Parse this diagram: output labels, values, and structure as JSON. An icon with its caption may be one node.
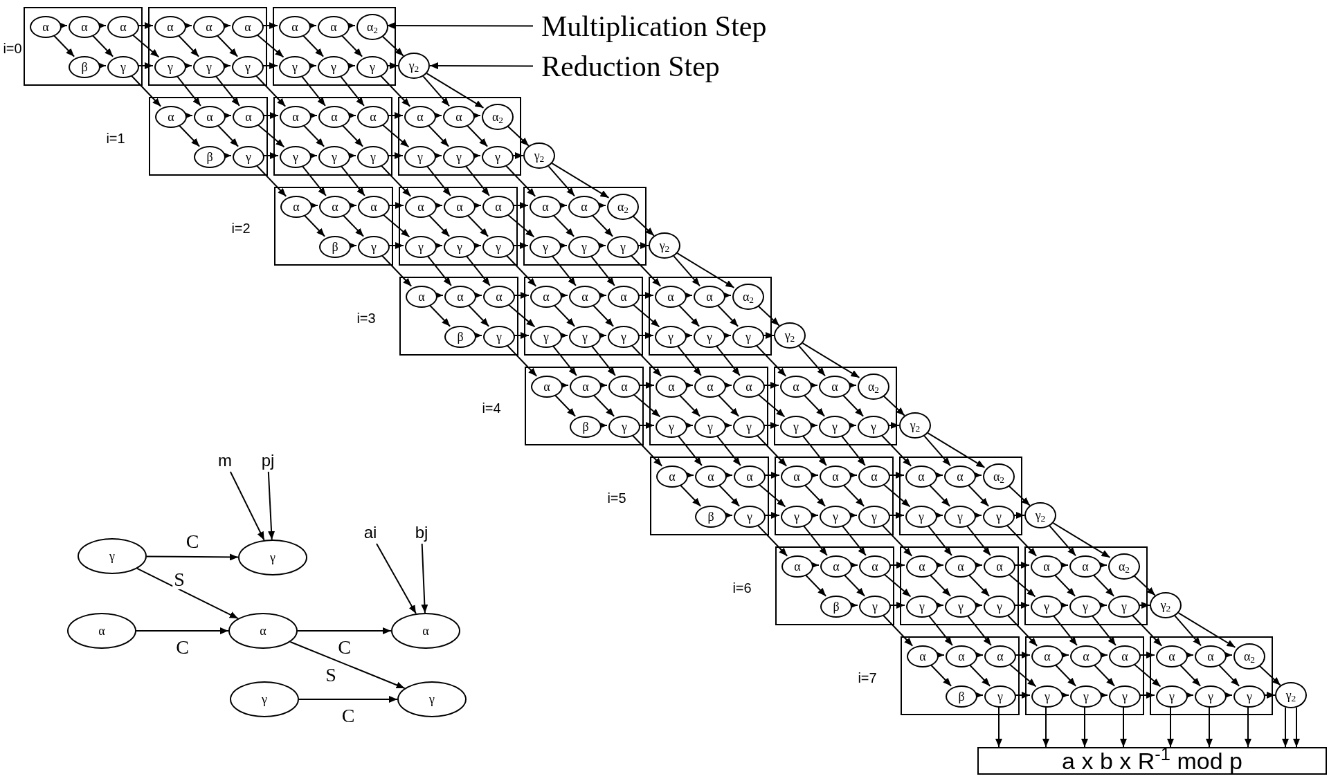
{
  "diagram": {
    "nodes": [
      {
        "text": [],
        "shape": "box"
      },
      {
        "text": [
          "α"
        ],
        "in": 0
      },
      {
        "text": [
          "α"
        ],
        "in": 0
      },
      {
        "text": [
          "α"
        ],
        "in": 0
      },
      {
        "text": [
          "β"
        ],
        "in": 0
      },
      {
        "text": [
          "γ"
        ],
        "in": 0
      },
      {
        "text": [],
        "shape": "box"
      },
      {
        "text": [
          "α"
        ],
        "in": 6
      },
      {
        "text": [
          "α"
        ],
        "in": 6
      },
      {
        "text": [
          "α"
        ],
        "in": 6
      },
      {
        "text": [
          "γ"
        ],
        "in": 6
      },
      {
        "text": [
          "γ"
        ],
        "in": 6
      },
      {
        "text": [
          "γ"
        ],
        "in": 6
      },
      {
        "text": [],
        "shape": "box"
      },
      {
        "text": [
          "α"
        ],
        "in": 13
      },
      {
        "text": [
          "α"
        ],
        "in": 13
      },
      {
        "text": [
          "α$_{2}$"
        ],
        "in": 13
      },
      {
        "text": [
          "γ"
        ],
        "in": 13
      },
      {
        "text": [
          "γ"
        ],
        "in": 13
      },
      {
        "text": [
          "γ"
        ],
        "in": 13
      },
      {
        "text": [
          "γ$_{2}$"
        ]
      },
      {
        "text": [],
        "shape": "box"
      },
      {
        "text": [
          "α"
        ],
        "in": 21
      },
      {
        "text": [
          "α"
        ],
        "in": 21
      },
      {
        "text": [
          "α"
        ],
        "in": 21
      },
      {
        "text": [
          "β"
        ],
        "in": 21
      },
      {
        "text": [
          "γ"
        ],
        "in": 21
      },
      {
        "text": [],
        "shape": "box"
      },
      {
        "text": [
          "α"
        ],
        "in": 27
      },
      {
        "text": [
          "α"
        ],
        "in": 27
      },
      {
        "text": [
          "α"
        ],
        "in": 27
      },
      {
        "text": [
          "γ"
        ],
        "in": 27
      },
      {
        "text": [
          "γ"
        ],
        "in": 27
      },
      {
        "text": [
          "γ"
        ],
        "in": 27
      },
      {
        "text": [],
        "shape": "box"
      },
      {
        "text": [
          "α"
        ],
        "in": 34
      },
      {
        "text": [
          "α"
        ],
        "in": 34
      },
      {
        "text": [
          "α$_{2}$"
        ],
        "in": 34
      },
      {
        "text": [
          "γ"
        ],
        "in": 34
      },
      {
        "text": [
          "γ"
        ],
        "in": 34
      },
      {
        "text": [
          "γ"
        ],
        "in": 34
      },
      {
        "text": [
          "γ$_{2}$"
        ]
      },
      {
        "text": [],
        "shape": "box"
      },
      {
        "text": [
          "α"
        ],
        "in": 42
      },
      {
        "text": [
          "α"
        ],
        "in": 42
      },
      {
        "text": [
          "α"
        ],
        "in": 42
      },
      {
        "text": [
          "β"
        ],
        "in": 42
      },
      {
        "text": [
          "γ"
        ],
        "in": 42
      },
      {
        "text": [],
        "shape": "box"
      },
      {
        "text": [
          "α"
        ],
        "in": 48
      },
      {
        "text": [
          "α"
        ],
        "in": 48
      },
      {
        "text": [
          "α"
        ],
        "in": 48
      },
      {
        "text": [
          "γ"
        ],
        "in": 48
      },
      {
        "text": [
          "γ"
        ],
        "in": 48
      },
      {
        "text": [
          "γ"
        ],
        "in": 48
      },
      {
        "text": [],
        "shape": "box"
      },
      {
        "text": [
          "α"
        ],
        "in": 55
      },
      {
        "text": [
          "α"
        ],
        "in": 55
      },
      {
        "text": [
          "α$_{2}$"
        ],
        "in": 55
      },
      {
        "text": [
          "γ"
        ],
        "in": 55
      },
      {
        "text": [
          "γ"
        ],
        "in": 55
      },
      {
        "text": [
          "γ"
        ],
        "in": 55
      },
      {
        "text": [
          "γ$_{2}$"
        ]
      },
      {
        "text": [],
        "shape": "box"
      },
      {
        "text": [
          "α"
        ],
        "in": 63
      },
      {
        "text": [
          "α"
        ],
        "in": 63
      },
      {
        "text": [
          "α"
        ],
        "in": 63
      },
      {
        "text": [
          "β"
        ],
        "in": 63
      },
      {
        "text": [
          "γ"
        ],
        "in": 63
      },
      {
        "text": [],
        "shape": "box"
      },
      {
        "text": [
          "α"
        ],
        "in": 69
      },
      {
        "text": [
          "α"
        ],
        "in": 69
      },
      {
        "text": [
          "α"
        ],
        "in": 69
      },
      {
        "text": [
          "γ"
        ],
        "in": 69
      },
      {
        "text": [
          "γ"
        ],
        "in": 69
      },
      {
        "text": [
          "γ"
        ],
        "in": 69
      },
      {
        "text": [],
        "shape": "box"
      },
      {
        "text": [
          "α"
        ],
        "in": 76
      },
      {
        "text": [
          "α"
        ],
        "in": 76
      },
      {
        "text": [
          "α$_{2}$"
        ],
        "in": 76
      },
      {
        "text": [
          "γ"
        ],
        "in": 76
      },
      {
        "text": [
          "γ"
        ],
        "in": 76
      },
      {
        "text": [
          "γ"
        ],
        "in": 76
      },
      {
        "text": [
          "γ$_{2}$"
        ]
      },
      {
        "text": [],
        "shape": "box"
      },
      {
        "text": [
          "α"
        ],
        "in": 84
      },
      {
        "text": [
          "α"
        ],
        "in": 84
      },
      {
        "text": [
          "α"
        ],
        "in": 84
      },
      {
        "text": [
          "β"
        ],
        "in": 84
      },
      {
        "text": [
          "γ"
        ],
        "in": 84
      },
      {
        "text": [],
        "shape": "box"
      },
      {
        "text": [
          "α"
        ],
        "in": 90
      },
      {
        "text": [
          "α"
        ],
        "in": 90
      },
      {
        "text": [
          "α"
        ],
        "in": 90
      },
      {
        "text": [
          "γ"
        ],
        "in": 90
      },
      {
        "text": [
          "γ"
        ],
        "in": 90
      },
      {
        "text": [
          "γ"
        ],
        "in": 90
      },
      {
        "text": [],
        "shape": "box"
      },
      {
        "text": [
          "α"
        ],
        "in": 97
      },
      {
        "text": [
          "α"
        ],
        "in": 97
      },
      {
        "text": [
          "α$_{2}$"
        ],
        "in": 97
      },
      {
        "text": [
          "γ"
        ],
        "in": 97
      },
      {
        "text": [
          "γ"
        ],
        "in": 97
      },
      {
        "text": [
          "γ"
        ],
        "in": 97
      },
      {
        "text": [
          "γ$_{2}$"
        ]
      },
      {
        "text": [],
        "shape": "box"
      },
      {
        "text": [
          "α"
        ],
        "in": 105
      },
      {
        "text": [
          "α"
        ],
        "in": 105
      },
      {
        "text": [
          "α"
        ],
        "in": 105
      },
      {
        "text": [
          "β"
        ],
        "in": 105
      },
      {
        "text": [
          "γ"
        ],
        "in": 105
      },
      {
        "text": [],
        "shape": "box"
      },
      {
        "text": [
          "α"
        ],
        "in": 111
      },
      {
        "text": [
          "α"
        ],
        "in": 111
      },
      {
        "text": [
          "α"
        ],
        "in": 111
      },
      {
        "text": [
          "γ"
        ],
        "in": 111
      },
      {
        "text": [
          "γ"
        ],
        "in": 111
      },
      {
        "text": [
          "γ"
        ],
        "in": 111
      },
      {
        "text": [],
        "shape": "box"
      },
      {
        "text": [
          "α"
        ],
        "in": 118
      },
      {
        "text": [
          "α"
        ],
        "in": 118
      },
      {
        "text": [
          "α$_{2}$"
        ],
        "in": 118
      },
      {
        "text": [
          "γ"
        ],
        "in": 118
      },
      {
        "text": [
          "γ"
        ],
        "in": 118
      },
      {
        "text": [
          "γ"
        ],
        "in": 118
      },
      {
        "text": [
          "γ$_{2}$"
        ]
      },
      {
        "text": [],
        "shape": "box"
      },
      {
        "text": [
          "α"
        ],
        "in": 126
      },
      {
        "text": [
          "α"
        ],
        "in": 126
      },
      {
        "text": [
          "α"
        ],
        "in": 126
      },
      {
        "text": [
          "β"
        ],
        "in": 126
      },
      {
        "text": [
          "γ"
        ],
        "in": 126
      },
      {
        "text": [],
        "shape": "box"
      },
      {
        "text": [
          "α"
        ],
        "in": 132
      },
      {
        "text": [
          "α"
        ],
        "in": 132
      },
      {
        "text": [
          "α"
        ],
        "in": 132
      },
      {
        "text": [
          "γ"
        ],
        "in": 132
      },
      {
        "text": [
          "γ"
        ],
        "in": 132
      },
      {
        "text": [
          "γ"
        ],
        "in": 132
      },
      {
        "text": [],
        "shape": "box"
      },
      {
        "text": [
          "α"
        ],
        "in": 139
      },
      {
        "text": [
          "α"
        ],
        "in": 139
      },
      {
        "text": [
          "α$_{2}$"
        ],
        "in": 139
      },
      {
        "text": [
          "γ"
        ],
        "in": 139
      },
      {
        "text": [
          "γ"
        ],
        "in": 139
      },
      {
        "text": [
          "γ"
        ],
        "in": 139
      },
      {
        "text": [
          "γ$_{2}$"
        ]
      },
      {
        "text": [],
        "shape": "box"
      },
      {
        "text": [
          "α"
        ],
        "in": 147
      },
      {
        "text": [
          "α"
        ],
        "in": 147
      },
      {
        "text": [
          "α"
        ],
        "in": 147
      },
      {
        "text": [
          "β"
        ],
        "in": 147
      },
      {
        "text": [
          "γ"
        ],
        "in": 147
      },
      {
        "text": [],
        "shape": "box"
      },
      {
        "text": [
          "α"
        ],
        "in": 153
      },
      {
        "text": [
          "α"
        ],
        "in": 153
      },
      {
        "text": [
          "α"
        ],
        "in": 153
      },
      {
        "text": [
          "γ"
        ],
        "in": 153
      },
      {
        "text": [
          "γ"
        ],
        "in": 153
      },
      {
        "text": [
          "γ"
        ],
        "in": 153
      },
      {
        "text": [],
        "shape": "box"
      },
      {
        "text": [
          "α"
        ],
        "in": 160
      },
      {
        "text": [
          "α"
        ],
        "in": 160
      },
      {
        "text": [
          "α$_{2}$"
        ],
        "in": 160
      },
      {
        "text": [
          "γ"
        ],
        "in": 160
      },
      {
        "text": [
          "γ"
        ],
        "in": 160
      },
      {
        "text": [
          "γ"
        ],
        "in": 160
      },
      {
        "text": [
          "γ$_{2}$"
        ]
      },
      {
        "text": [
          "Multiplication Step"
        ]
      },
      {
        "text": [
          "Reduction Step"
        ]
      },
      {
        "text": [
          "a x b x R$^{-1}$ mod p"
        ]
      },
      {
        "text": [
          "m"
        ]
      },
      {
        "text": [
          "pj"
        ]
      },
      {
        "text": [
          "γ"
        ]
      },
      {
        "text": [
          "γ"
        ]
      },
      {
        "text": [
          "ai"
        ]
      },
      {
        "text": [
          "bj"
        ]
      },
      {
        "text": [
          "α"
        ]
      },
      {
        "text": [
          "α"
        ]
      },
      {
        "text": [
          "α"
        ]
      },
      {
        "text": [
          "γ"
        ]
      },
      {
        "text": [
          "γ"
        ]
      }
    ],
    "edges": [
      {
        "from": 1,
        "to": 2,
        "arrow": "to"
      },
      {
        "from": 2,
        "to": 3,
        "arrow": "to"
      },
      {
        "from": 3,
        "to": 7,
        "arrow": "to"
      },
      {
        "from": 7,
        "to": 8,
        "arrow": "to"
      },
      {
        "from": 8,
        "to": 9,
        "arrow": "to"
      },
      {
        "from": 9,
        "to": 14,
        "arrow": "to"
      },
      {
        "from": 14,
        "to": 15,
        "arrow": "to"
      },
      {
        "from": 15,
        "to": 16,
        "arrow": "to"
      },
      {
        "from": 1,
        "to": 4,
        "arrow": "to"
      },
      {
        "from": 2,
        "to": 5,
        "arrow": "to"
      },
      {
        "from": 3,
        "to": 10,
        "arrow": "to"
      },
      {
        "from": 7,
        "to": 11,
        "arrow": "to"
      },
      {
        "from": 8,
        "to": 12,
        "arrow": "to"
      },
      {
        "from": 9,
        "to": 17,
        "arrow": "to"
      },
      {
        "from": 14,
        "to": 18,
        "arrow": "to"
      },
      {
        "from": 15,
        "to": 19,
        "arrow": "to"
      },
      {
        "from": 16,
        "to": 20,
        "arrow": "to"
      },
      {
        "from": 4,
        "to": 5,
        "arrow": "to"
      },
      {
        "from": 5,
        "to": 10,
        "arrow": "to"
      },
      {
        "from": 10,
        "to": 11,
        "arrow": "to"
      },
      {
        "from": 11,
        "to": 12,
        "arrow": "to"
      },
      {
        "from": 12,
        "to": 17,
        "arrow": "to"
      },
      {
        "from": 17,
        "to": 18,
        "arrow": "to"
      },
      {
        "from": 18,
        "to": 19,
        "arrow": "to"
      },
      {
        "from": 19,
        "to": 20,
        "arrow": "to"
      },
      {
        "from": 5,
        "to": 22,
        "arrow": "to"
      },
      {
        "from": 10,
        "to": 23,
        "arrow": "to"
      },
      {
        "from": 11,
        "to": 24,
        "arrow": "to"
      },
      {
        "from": 12,
        "to": 28,
        "arrow": "to"
      },
      {
        "from": 17,
        "to": 29,
        "arrow": "to"
      },
      {
        "from": 18,
        "to": 30,
        "arrow": "to"
      },
      {
        "from": 19,
        "to": 35,
        "arrow": "to"
      },
      {
        "from": 20,
        "to": 36,
        "arrow": "to"
      },
      {
        "from": 20,
        "to": 37,
        "arrow": "to"
      },
      {
        "from": 22,
        "to": 23,
        "arrow": "to"
      },
      {
        "from": 23,
        "to": 24,
        "arrow": "to"
      },
      {
        "from": 24,
        "to": 28,
        "arrow": "to"
      },
      {
        "from": 28,
        "to": 29,
        "arrow": "to"
      },
      {
        "from": 29,
        "to": 30,
        "arrow": "to"
      },
      {
        "from": 30,
        "to": 35,
        "arrow": "to"
      },
      {
        "from": 35,
        "to": 36,
        "arrow": "to"
      },
      {
        "from": 36,
        "to": 37,
        "arrow": "to"
      },
      {
        "from": 22,
        "to": 25,
        "arrow": "to"
      },
      {
        "from": 23,
        "to": 26,
        "arrow": "to"
      },
      {
        "from": 24,
        "to": 31,
        "arrow": "to"
      },
      {
        "from": 28,
        "to": 32,
        "arrow": "to"
      },
      {
        "from": 29,
        "to": 33,
        "arrow": "to"
      },
      {
        "from": 30,
        "to": 38,
        "arrow": "to"
      },
      {
        "from": 35,
        "to": 39,
        "arrow": "to"
      },
      {
        "from": 36,
        "to": 40,
        "arrow": "to"
      },
      {
        "from": 37,
        "to": 41,
        "arrow": "to"
      },
      {
        "from": 25,
        "to": 26,
        "arrow": "to"
      },
      {
        "from": 26,
        "to": 31,
        "arrow": "to"
      },
      {
        "from": 31,
        "to": 32,
        "arrow": "to"
      },
      {
        "from": 32,
        "to": 33,
        "arrow": "to"
      },
      {
        "from": 33,
        "to": 38,
        "arrow": "to"
      },
      {
        "from": 38,
        "to": 39,
        "arrow": "to"
      },
      {
        "from": 39,
        "to": 40,
        "arrow": "to"
      },
      {
        "from": 40,
        "to": 41,
        "arrow": "to"
      },
      {
        "from": 26,
        "to": 43,
        "arrow": "to"
      },
      {
        "from": 31,
        "to": 44,
        "arrow": "to"
      },
      {
        "from": 32,
        "to": 45,
        "arrow": "to"
      },
      {
        "from": 33,
        "to": 49,
        "arrow": "to"
      },
      {
        "from": 38,
        "to": 50,
        "arrow": "to"
      },
      {
        "from": 39,
        "to": 51,
        "arrow": "to"
      },
      {
        "from": 40,
        "to": 56,
        "arrow": "to"
      },
      {
        "from": 41,
        "to": 57,
        "arrow": "to"
      },
      {
        "from": 41,
        "to": 58,
        "arrow": "to"
      },
      {
        "from": 43,
        "to": 44,
        "arrow": "to"
      },
      {
        "from": 44,
        "to": 45,
        "arrow": "to"
      },
      {
        "from": 45,
        "to": 49,
        "arrow": "to"
      },
      {
        "from": 49,
        "to": 50,
        "arrow": "to"
      },
      {
        "from": 50,
        "to": 51,
        "arrow": "to"
      },
      {
        "from": 51,
        "to": 56,
        "arrow": "to"
      },
      {
        "from": 56,
        "to": 57,
        "arrow": "to"
      },
      {
        "from": 57,
        "to": 58,
        "arrow": "to"
      },
      {
        "from": 43,
        "to": 46,
        "arrow": "to"
      },
      {
        "from": 44,
        "to": 47,
        "arrow": "to"
      },
      {
        "from": 45,
        "to": 52,
        "arrow": "to"
      },
      {
        "from": 49,
        "to": 53,
        "arrow": "to"
      },
      {
        "from": 50,
        "to": 54,
        "arrow": "to"
      },
      {
        "from": 51,
        "to": 59,
        "arrow": "to"
      },
      {
        "from": 56,
        "to": 60,
        "arrow": "to"
      },
      {
        "from": 57,
        "to": 61,
        "arrow": "to"
      },
      {
        "from": 58,
        "to": 62,
        "arrow": "to"
      },
      {
        "from": 46,
        "to": 47,
        "arrow": "to"
      },
      {
        "from": 47,
        "to": 52,
        "arrow": "to"
      },
      {
        "from": 52,
        "to": 53,
        "arrow": "to"
      },
      {
        "from": 53,
        "to": 54,
        "arrow": "to"
      },
      {
        "from": 54,
        "to": 59,
        "arrow": "to"
      },
      {
        "from": 59,
        "to": 60,
        "arrow": "to"
      },
      {
        "from": 60,
        "to": 61,
        "arrow": "to"
      },
      {
        "from": 61,
        "to": 62,
        "arrow": "to"
      },
      {
        "from": 47,
        "to": 64,
        "arrow": "to"
      },
      {
        "from": 52,
        "to": 65,
        "arrow": "to"
      },
      {
        "from": 53,
        "to": 66,
        "arrow": "to"
      },
      {
        "from": 54,
        "to": 70,
        "arrow": "to"
      },
      {
        "from": 59,
        "to": 71,
        "arrow": "to"
      },
      {
        "from": 60,
        "to": 72,
        "arrow": "to"
      },
      {
        "from": 61,
        "to": 77,
        "arrow": "to"
      },
      {
        "from": 62,
        "to": 78,
        "arrow": "to"
      },
      {
        "from": 62,
        "to": 79,
        "arrow": "to"
      },
      {
        "from": 64,
        "to": 65,
        "arrow": "to"
      },
      {
        "from": 65,
        "to": 66,
        "arrow": "to"
      },
      {
        "from": 66,
        "to": 70,
        "arrow": "to"
      },
      {
        "from": 70,
        "to": 71,
        "arrow": "to"
      },
      {
        "from": 71,
        "to": 72,
        "arrow": "to"
      },
      {
        "from": 72,
        "to": 77,
        "arrow": "to"
      },
      {
        "from": 77,
        "to": 78,
        "arrow": "to"
      },
      {
        "from": 78,
        "to": 79,
        "arrow": "to"
      },
      {
        "from": 64,
        "to": 67,
        "arrow": "to"
      },
      {
        "from": 65,
        "to": 68,
        "arrow": "to"
      },
      {
        "from": 66,
        "to": 73,
        "arrow": "to"
      },
      {
        "from": 70,
        "to": 74,
        "arrow": "to"
      },
      {
        "from": 71,
        "to": 75,
        "arrow": "to"
      },
      {
        "from": 72,
        "to": 80,
        "arrow": "to"
      },
      {
        "from": 77,
        "to": 81,
        "arrow": "to"
      },
      {
        "from": 78,
        "to": 82,
        "arrow": "to"
      },
      {
        "from": 79,
        "to": 83,
        "arrow": "to"
      },
      {
        "from": 67,
        "to": 68,
        "arrow": "to"
      },
      {
        "from": 68,
        "to": 73,
        "arrow": "to"
      },
      {
        "from": 73,
        "to": 74,
        "arrow": "to"
      },
      {
        "from": 74,
        "to": 75,
        "arrow": "to"
      },
      {
        "from": 75,
        "to": 80,
        "arrow": "to"
      },
      {
        "from": 80,
        "to": 81,
        "arrow": "to"
      },
      {
        "from": 81,
        "to": 82,
        "arrow": "to"
      },
      {
        "from": 82,
        "to": 83,
        "arrow": "to"
      },
      {
        "from": 68,
        "to": 85,
        "arrow": "to"
      },
      {
        "from": 73,
        "to": 86,
        "arrow": "to"
      },
      {
        "from": 74,
        "to": 87,
        "arrow": "to"
      },
      {
        "from": 75,
        "to": 91,
        "arrow": "to"
      },
      {
        "from": 80,
        "to": 92,
        "arrow": "to"
      },
      {
        "from": 81,
        "to": 93,
        "arrow": "to"
      },
      {
        "from": 82,
        "to": 98,
        "arrow": "to"
      },
      {
        "from": 83,
        "to": 99,
        "arrow": "to"
      },
      {
        "from": 83,
        "to": 100,
        "arrow": "to"
      },
      {
        "from": 85,
        "to": 86,
        "arrow": "to"
      },
      {
        "from": 86,
        "to": 87,
        "arrow": "to"
      },
      {
        "from": 87,
        "to": 91,
        "arrow": "to"
      },
      {
        "from": 91,
        "to": 92,
        "arrow": "to"
      },
      {
        "from": 92,
        "to": 93,
        "arrow": "to"
      },
      {
        "from": 93,
        "to": 98,
        "arrow": "to"
      },
      {
        "from": 98,
        "to": 99,
        "arrow": "to"
      },
      {
        "from": 99,
        "to": 100,
        "arrow": "to"
      },
      {
        "from": 85,
        "to": 88,
        "arrow": "to"
      },
      {
        "from": 86,
        "to": 89,
        "arrow": "to"
      },
      {
        "from": 87,
        "to": 94,
        "arrow": "to"
      },
      {
        "from": 91,
        "to": 95,
        "arrow": "to"
      },
      {
        "from": 92,
        "to": 96,
        "arrow": "to"
      },
      {
        "from": 93,
        "to": 101,
        "arrow": "to"
      },
      {
        "from": 98,
        "to": 102,
        "arrow": "to"
      },
      {
        "from": 99,
        "to": 103,
        "arrow": "to"
      },
      {
        "from": 100,
        "to": 104,
        "arrow": "to"
      },
      {
        "from": 88,
        "to": 89,
        "arrow": "to"
      },
      {
        "from": 89,
        "to": 94,
        "arrow": "to"
      },
      {
        "from": 94,
        "to": 95,
        "arrow": "to"
      },
      {
        "from": 95,
        "to": 96,
        "arrow": "to"
      },
      {
        "from": 96,
        "to": 101,
        "arrow": "to"
      },
      {
        "from": 101,
        "to": 102,
        "arrow": "to"
      },
      {
        "from": 102,
        "to": 103,
        "arrow": "to"
      },
      {
        "from": 103,
        "to": 104,
        "arrow": "to"
      },
      {
        "from": 89,
        "to": 106,
        "arrow": "to"
      },
      {
        "from": 94,
        "to": 107,
        "arrow": "to"
      },
      {
        "from": 95,
        "to": 108,
        "arrow": "to"
      },
      {
        "from": 96,
        "to": 112,
        "arrow": "to"
      },
      {
        "from": 101,
        "to": 113,
        "arrow": "to"
      },
      {
        "from": 102,
        "to": 114,
        "arrow": "to"
      },
      {
        "from": 103,
        "to": 119,
        "arrow": "to"
      },
      {
        "from": 104,
        "to": 120,
        "arrow": "to"
      },
      {
        "from": 104,
        "to": 121,
        "arrow": "to"
      },
      {
        "from": 106,
        "to": 107,
        "arrow": "to"
      },
      {
        "from": 107,
        "to": 108,
        "arrow": "to"
      },
      {
        "from": 108,
        "to": 112,
        "arrow": "to"
      },
      {
        "from": 112,
        "to": 113,
        "arrow": "to"
      },
      {
        "from": 113,
        "to": 114,
        "arrow": "to"
      },
      {
        "from": 114,
        "to": 119,
        "arrow": "to"
      },
      {
        "from": 119,
        "to": 120,
        "arrow": "to"
      },
      {
        "from": 120,
        "to": 121,
        "arrow": "to"
      },
      {
        "from": 106,
        "to": 109,
        "arrow": "to"
      },
      {
        "from": 107,
        "to": 110,
        "arrow": "to"
      },
      {
        "from": 108,
        "to": 115,
        "arrow": "to"
      },
      {
        "from": 112,
        "to": 116,
        "arrow": "to"
      },
      {
        "from": 113,
        "to": 117,
        "arrow": "to"
      },
      {
        "from": 114,
        "to": 122,
        "arrow": "to"
      },
      {
        "from": 119,
        "to": 123,
        "arrow": "to"
      },
      {
        "from": 120,
        "to": 124,
        "arrow": "to"
      },
      {
        "from": 121,
        "to": 125,
        "arrow": "to"
      },
      {
        "from": 109,
        "to": 110,
        "arrow": "to"
      },
      {
        "from": 110,
        "to": 115,
        "arrow": "to"
      },
      {
        "from": 115,
        "to": 116,
        "arrow": "to"
      },
      {
        "from": 116,
        "to": 117,
        "arrow": "to"
      },
      {
        "from": 117,
        "to": 122,
        "arrow": "to"
      },
      {
        "from": 122,
        "to": 123,
        "arrow": "to"
      },
      {
        "from": 123,
        "to": 124,
        "arrow": "to"
      },
      {
        "from": 124,
        "to": 125,
        "arrow": "to"
      },
      {
        "from": 110,
        "to": 127,
        "arrow": "to"
      },
      {
        "from": 115,
        "to": 128,
        "arrow": "to"
      },
      {
        "from": 116,
        "to": 129,
        "arrow": "to"
      },
      {
        "from": 117,
        "to": 133,
        "arrow": "to"
      },
      {
        "from": 122,
        "to": 134,
        "arrow": "to"
      },
      {
        "from": 123,
        "to": 135,
        "arrow": "to"
      },
      {
        "from": 124,
        "to": 140,
        "arrow": "to"
      },
      {
        "from": 125,
        "to": 141,
        "arrow": "to"
      },
      {
        "from": 125,
        "to": 142,
        "arrow": "to"
      },
      {
        "from": 127,
        "to": 128,
        "arrow": "to"
      },
      {
        "from": 128,
        "to": 129,
        "arrow": "to"
      },
      {
        "from": 129,
        "to": 133,
        "arrow": "to"
      },
      {
        "from": 133,
        "to": 134,
        "arrow": "to"
      },
      {
        "from": 134,
        "to": 135,
        "arrow": "to"
      },
      {
        "from": 135,
        "to": 140,
        "arrow": "to"
      },
      {
        "from": 140,
        "to": 141,
        "arrow": "to"
      },
      {
        "from": 141,
        "to": 142,
        "arrow": "to"
      },
      {
        "from": 127,
        "to": 130,
        "arrow": "to"
      },
      {
        "from": 128,
        "to": 131,
        "arrow": "to"
      },
      {
        "from": 129,
        "to": 136,
        "arrow": "to"
      },
      {
        "from": 133,
        "to": 137,
        "arrow": "to"
      },
      {
        "from": 134,
        "to": 138,
        "arrow": "to"
      },
      {
        "from": 135,
        "to": 143,
        "arrow": "to"
      },
      {
        "from": 140,
        "to": 144,
        "arrow": "to"
      },
      {
        "from": 141,
        "to": 145,
        "arrow": "to"
      },
      {
        "from": 142,
        "to": 146,
        "arrow": "to"
      },
      {
        "from": 130,
        "to": 131,
        "arrow": "to"
      },
      {
        "from": 131,
        "to": 136,
        "arrow": "to"
      },
      {
        "from": 136,
        "to": 137,
        "arrow": "to"
      },
      {
        "from": 137,
        "to": 138,
        "arrow": "to"
      },
      {
        "from": 138,
        "to": 143,
        "arrow": "to"
      },
      {
        "from": 143,
        "to": 144,
        "arrow": "to"
      },
      {
        "from": 144,
        "to": 145,
        "arrow": "to"
      },
      {
        "from": 145,
        "to": 146,
        "arrow": "to"
      },
      {
        "from": 131,
        "to": 148,
        "arrow": "to"
      },
      {
        "from": 136,
        "to": 149,
        "arrow": "to"
      },
      {
        "from": 137,
        "to": 150,
        "arrow": "to"
      },
      {
        "from": 138,
        "to": 154,
        "arrow": "to"
      },
      {
        "from": 143,
        "to": 155,
        "arrow": "to"
      },
      {
        "from": 144,
        "to": 156,
        "arrow": "to"
      },
      {
        "from": 145,
        "to": 161,
        "arrow": "to"
      },
      {
        "from": 146,
        "to": 162,
        "arrow": "to"
      },
      {
        "from": 146,
        "to": 163,
        "arrow": "to"
      },
      {
        "from": 148,
        "to": 149,
        "arrow": "to"
      },
      {
        "from": 149,
        "to": 150,
        "arrow": "to"
      },
      {
        "from": 150,
        "to": 154,
        "arrow": "to"
      },
      {
        "from": 154,
        "to": 155,
        "arrow": "to"
      },
      {
        "from": 155,
        "to": 156,
        "arrow": "to"
      },
      {
        "from": 156,
        "to": 161,
        "arrow": "to"
      },
      {
        "from": 161,
        "to": 162,
        "arrow": "to"
      },
      {
        "from": 162,
        "to": 163,
        "arrow": "to"
      },
      {
        "from": 148,
        "to": 151,
        "arrow": "to"
      },
      {
        "from": 149,
        "to": 152,
        "arrow": "to"
      },
      {
        "from": 150,
        "to": 157,
        "arrow": "to"
      },
      {
        "from": 154,
        "to": 158,
        "arrow": "to"
      },
      {
        "from": 155,
        "to": 159,
        "arrow": "to"
      },
      {
        "from": 156,
        "to": 164,
        "arrow": "to"
      },
      {
        "from": 161,
        "to": 165,
        "arrow": "to"
      },
      {
        "from": 162,
        "to": 166,
        "arrow": "to"
      },
      {
        "from": 163,
        "to": 167,
        "arrow": "to"
      },
      {
        "from": 151,
        "to": 152,
        "arrow": "to"
      },
      {
        "from": 152,
        "to": 157,
        "arrow": "to"
      },
      {
        "from": 157,
        "to": 158,
        "arrow": "to"
      },
      {
        "from": 158,
        "to": 159,
        "arrow": "to"
      },
      {
        "from": 159,
        "to": 164,
        "arrow": "to"
      },
      {
        "from": 164,
        "to": 165,
        "arrow": "to"
      },
      {
        "from": 165,
        "to": 166,
        "arrow": "to"
      },
      {
        "from": 166,
        "to": 167,
        "arrow": "to"
      },
      {
        "from": 152,
        "to": 170,
        "arrow": "to"
      },
      {
        "from": 157,
        "to": 170,
        "arrow": "to"
      },
      {
        "from": 158,
        "to": 170,
        "arrow": "to"
      },
      {
        "from": 159,
        "to": 170,
        "arrow": "to"
      },
      {
        "from": 164,
        "to": 170,
        "arrow": "to"
      },
      {
        "from": 165,
        "to": 170,
        "arrow": "to"
      },
      {
        "from": 166,
        "to": 170,
        "arrow": "to"
      },
      {
        "from": 167,
        "to": 170,
        "arrow": "to"
      },
      {
        "from": 167,
        "to": 170,
        "arrow": "to"
      },
      {
        "from": 168,
        "to": 16,
        "arrow": "to"
      },
      {
        "from": 169,
        "to": 20,
        "arrow": "to"
      },
      {
        "from": 173,
        "to": 174,
        "arrow": "to",
        "label": "C"
      },
      {
        "from": 173,
        "to": 178,
        "arrow": "to",
        "label": "S"
      },
      {
        "from": 177,
        "to": 178,
        "arrow": "to",
        "label": "C"
      },
      {
        "from": 178,
        "to": 179,
        "arrow": "to",
        "label": "C"
      },
      {
        "from": 178,
        "to": 181,
        "arrow": "to",
        "label": "S"
      },
      {
        "from": 180,
        "to": 181,
        "arrow": "to",
        "label": "C"
      },
      {
        "from": 171,
        "to": 174,
        "arrow": "to"
      },
      {
        "from": 172,
        "to": 174,
        "arrow": "to"
      },
      {
        "from": 175,
        "to": 179,
        "arrow": "to"
      },
      {
        "from": 176,
        "to": 179,
        "arrow": "to"
      }
    ],
    "labels": [
      "i=0",
      "i=1",
      "i=2",
      "i=3",
      "i=4",
      "i=5",
      "i=6",
      "i=7"
    ]
  }
}
